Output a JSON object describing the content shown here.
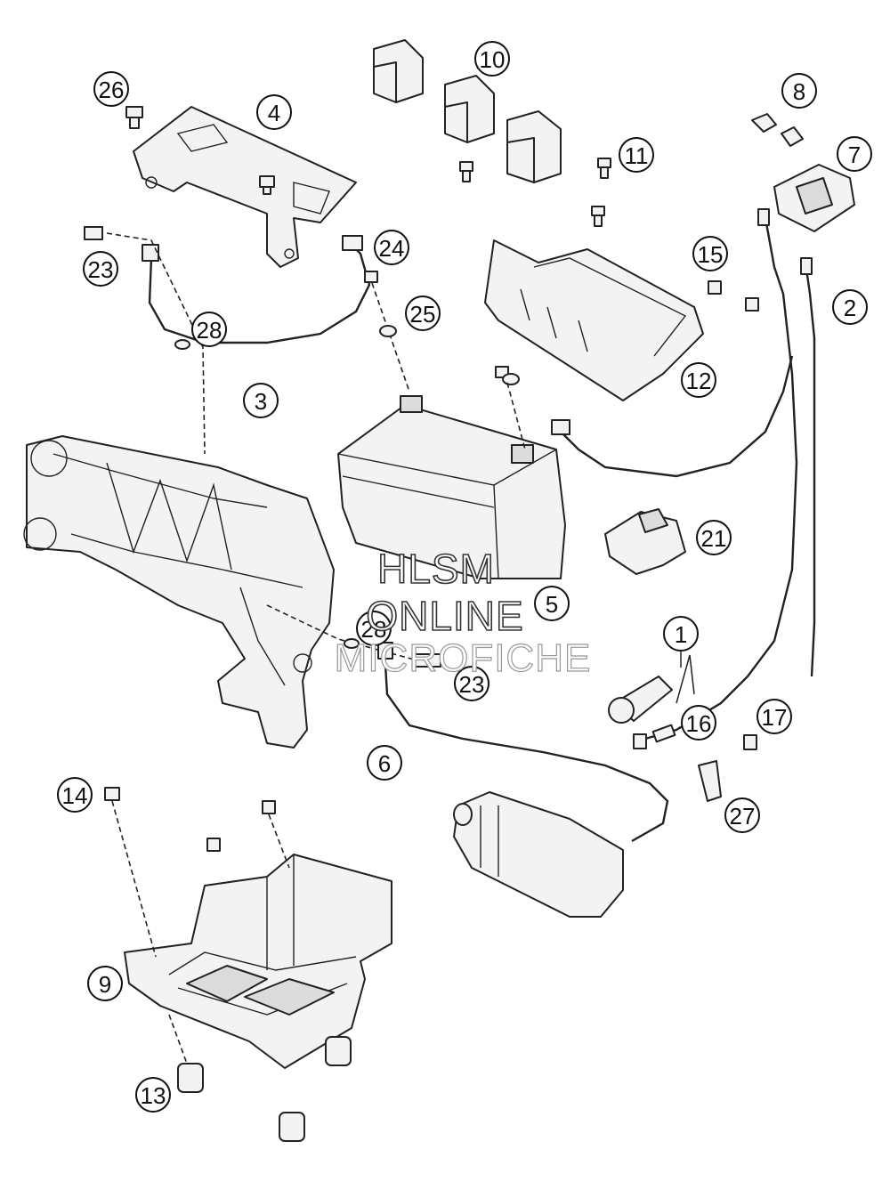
{
  "callouts": [
    {
      "label": "1"
    },
    {
      "label": "2"
    },
    {
      "label": "3"
    },
    {
      "label": "4"
    },
    {
      "label": "5"
    },
    {
      "label": "6"
    },
    {
      "label": "7"
    },
    {
      "label": "8"
    },
    {
      "label": "9"
    },
    {
      "label": "10"
    },
    {
      "label": "11"
    },
    {
      "label": "12"
    },
    {
      "label": "13"
    },
    {
      "label": "14"
    },
    {
      "label": "15"
    },
    {
      "label": "16"
    },
    {
      "label": "17"
    },
    {
      "label": "21"
    },
    {
      "label": "23"
    },
    {
      "label": "23"
    },
    {
      "label": "24"
    },
    {
      "label": "25"
    },
    {
      "label": "26"
    },
    {
      "label": "27"
    },
    {
      "label": "28"
    },
    {
      "label": "28"
    }
  ],
  "watermark": {
    "line1": "HLSM",
    "line2": "ONLINE",
    "line3": "MICROFICHE"
  }
}
